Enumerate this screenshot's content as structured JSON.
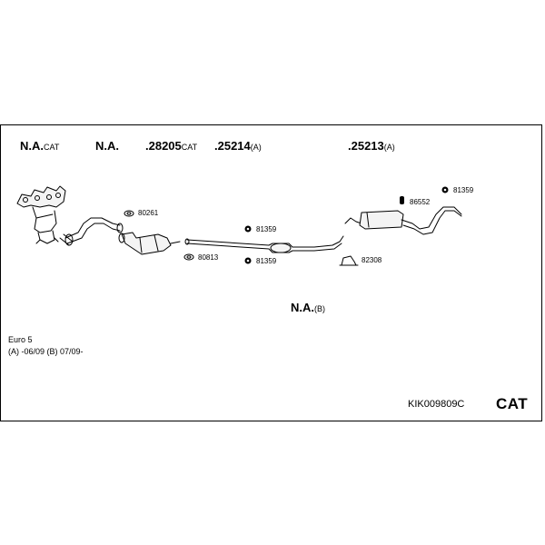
{
  "header": {
    "col1": {
      "main": "N.A.",
      "suffix": "CAT"
    },
    "col2": {
      "main": "N.A.",
      "suffix": ""
    },
    "col3": {
      "main": ".28205",
      "suffix": "CAT"
    },
    "col4": {
      "main": ".25214",
      "suffix": "(A)"
    },
    "col5": {
      "main": ".25213",
      "suffix": "(A)"
    }
  },
  "parts": {
    "p80261": "80261",
    "p80813": "80813",
    "p81359_upper": "81359",
    "p81359_lower": "81359",
    "p82308": "82308",
    "p86552": "86552",
    "p81359_right": "81359"
  },
  "mid_label": {
    "main": "N.A.",
    "suffix": "(B)"
  },
  "notes": {
    "line1": "Euro 5",
    "line2": "(A) -06/09 (B) 07/09-"
  },
  "footer": {
    "kit_code": "KIK009809C",
    "cat_label": "CAT"
  }
}
